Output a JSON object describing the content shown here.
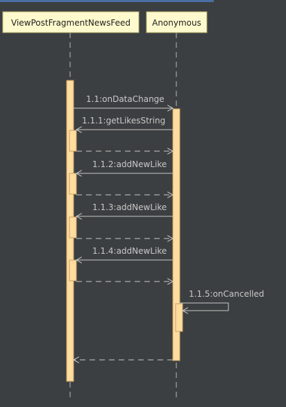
{
  "diagram": {
    "type": "sequence",
    "colors": {
      "background": "#3c3f41",
      "participant_fill": "#fffacd",
      "participant_border": "#b8b070",
      "participant_text": "#1e1e1e",
      "lifeline": "#b8b8b8",
      "activation_fill": "#ffdca0",
      "activation_border": "#c8a060",
      "message": "#c8c8c8",
      "label": "#c8c8c8",
      "top_bar": "#4a6fa5"
    },
    "participants": [
      {
        "id": "p1",
        "name": "ViewPostFragmentNewsFeed"
      },
      {
        "id": "p2",
        "name": "Anonymous"
      }
    ],
    "messages": [
      {
        "id": "m1",
        "label": "1.1:onDataChange",
        "from": "p1",
        "to": "p2",
        "kind": "call"
      },
      {
        "id": "m2",
        "label": "1.1.1:getLikesString",
        "from": "p2",
        "to": "p1",
        "kind": "call"
      },
      {
        "id": "r2",
        "label": "",
        "from": "p1",
        "to": "p2",
        "kind": "return"
      },
      {
        "id": "m3",
        "label": "1.1.2:addNewLike",
        "from": "p2",
        "to": "p1",
        "kind": "call"
      },
      {
        "id": "r3",
        "label": "",
        "from": "p1",
        "to": "p2",
        "kind": "return"
      },
      {
        "id": "m4",
        "label": "1.1.3:addNewLike",
        "from": "p2",
        "to": "p1",
        "kind": "call"
      },
      {
        "id": "r4",
        "label": "",
        "from": "p1",
        "to": "p2",
        "kind": "return"
      },
      {
        "id": "m5",
        "label": "1.1.4:addNewLike",
        "from": "p2",
        "to": "p1",
        "kind": "call"
      },
      {
        "id": "r5",
        "label": "",
        "from": "p1",
        "to": "p2",
        "kind": "return"
      },
      {
        "id": "m6",
        "label": "1.1.5:onCancelled",
        "from": "p2",
        "to": "p2",
        "kind": "self"
      },
      {
        "id": "r1",
        "label": "",
        "from": "p2",
        "to": "p1",
        "kind": "return"
      }
    ]
  }
}
